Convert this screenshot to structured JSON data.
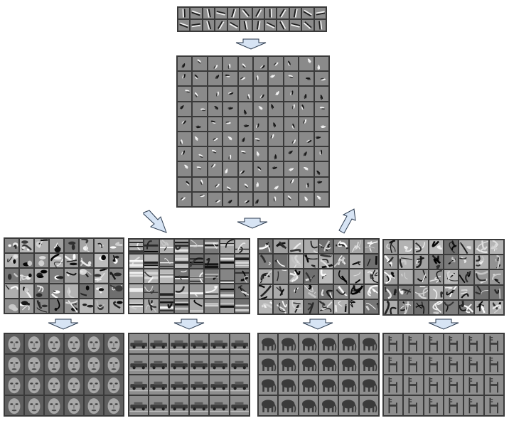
{
  "figure": {
    "colors": {
      "grid_border": "#3a3a3a",
      "filter_gray": "#8a8a8a",
      "arrow_fill": "#d7e4f4",
      "arrow_stroke": "#2b3a4e"
    },
    "level1": {
      "panel": "first-layer-edge-filters",
      "rows": 2,
      "cols": 12
    },
    "level2": {
      "panel": "second-layer-part-filters",
      "rows": 10,
      "cols": 10
    },
    "level3": [
      {
        "panel": "faces-object-parts",
        "category": "faces",
        "rows": 5,
        "cols": 8
      },
      {
        "panel": "cars-object-parts",
        "category": "cars",
        "rows": 5,
        "cols": 8
      },
      {
        "panel": "elephants-object-parts",
        "category": "elephants",
        "rows": 5,
        "cols": 8
      },
      {
        "panel": "chairs-object-parts",
        "category": "chairs",
        "rows": 5,
        "cols": 8
      }
    ],
    "level4": [
      {
        "panel": "faces-object-models",
        "category": "faces",
        "rows": 4,
        "cols": 6
      },
      {
        "panel": "cars-object-models",
        "category": "cars",
        "rows": 4,
        "cols": 6
      },
      {
        "panel": "elephants-object-models",
        "category": "elephants",
        "rows": 4,
        "cols": 6
      },
      {
        "panel": "chairs-object-models",
        "category": "chairs",
        "rows": 4,
        "cols": 6
      }
    ]
  }
}
